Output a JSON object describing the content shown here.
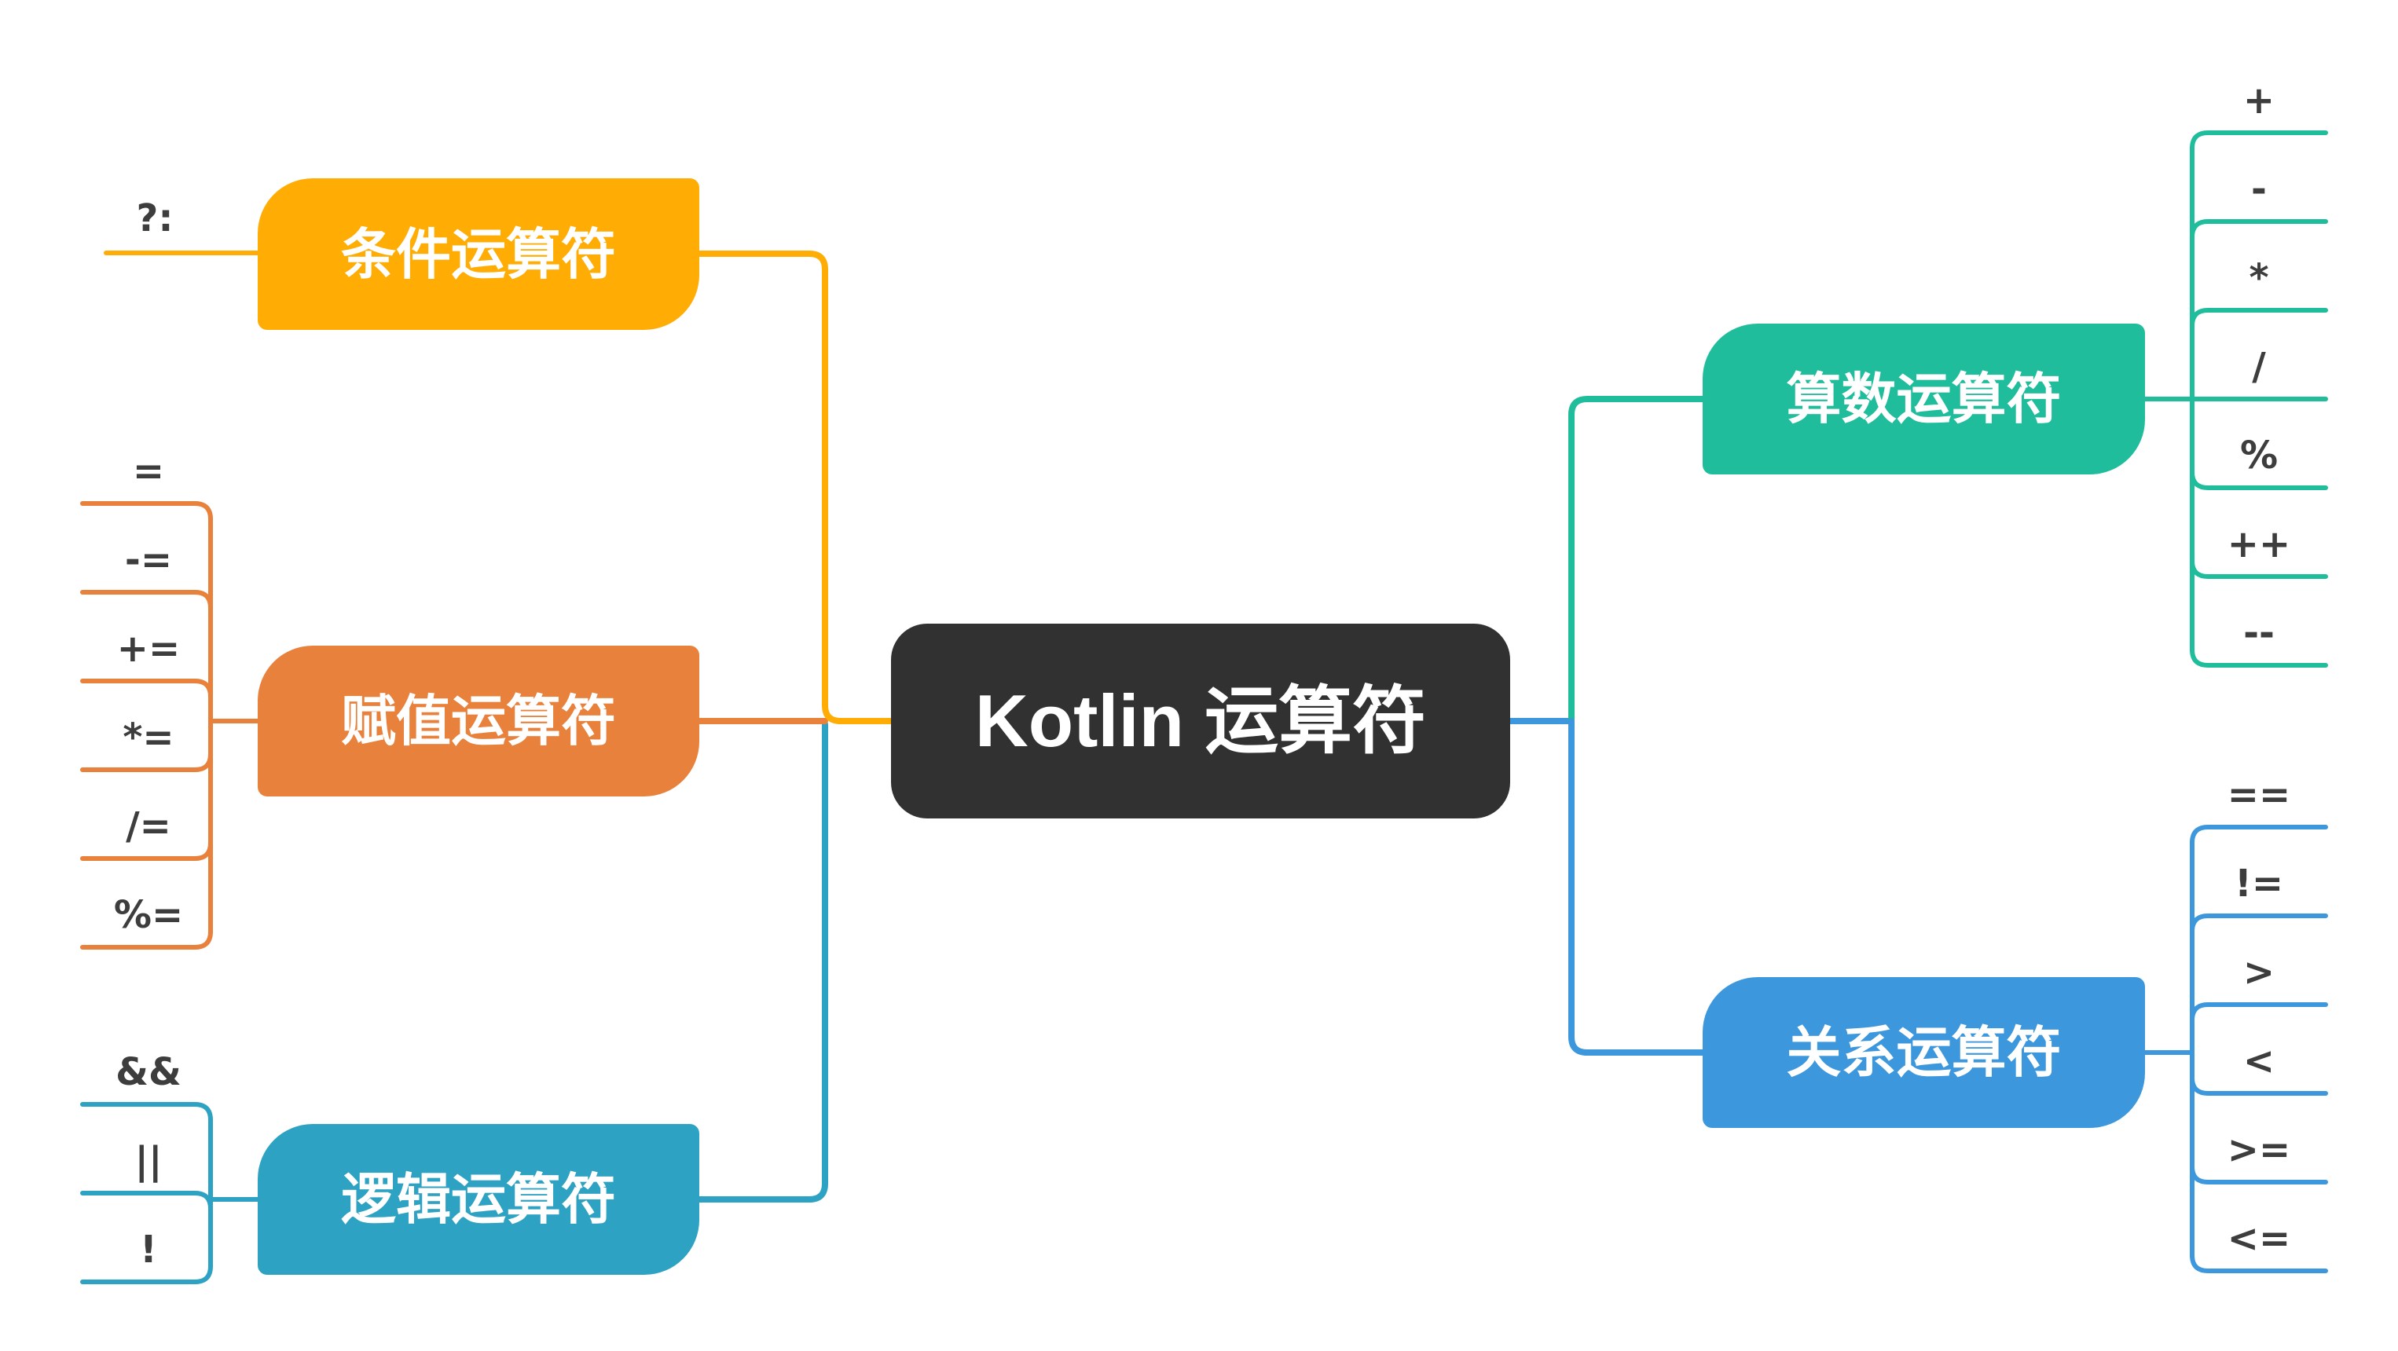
{
  "root": {
    "label": "Kotlin 运算符"
  },
  "palette": {
    "root_bg": "#313131",
    "root_text": "#FFFFFF",
    "conditional": "#FFAD05",
    "assignment": "#E8813B",
    "logical": "#2EA2C2",
    "arithmetic": "#1FBD9B",
    "relational": "#3D97DC",
    "operator_text": "#3D3D3D",
    "canvas_bg": "#FFFFFF"
  },
  "branches": [
    {
      "id": "conditional",
      "label": "条件运算符",
      "color": "#FFAD05",
      "side": "left",
      "children": [
        "?:"
      ]
    },
    {
      "id": "assignment",
      "label": "赋值运算符",
      "color": "#E8813B",
      "side": "left",
      "children": [
        "=",
        "-=",
        "+=",
        "*=",
        "/=",
        "%="
      ]
    },
    {
      "id": "logical",
      "label": "逻辑运算符",
      "color": "#2EA2C2",
      "side": "left",
      "children": [
        "&&",
        "||",
        "!"
      ]
    },
    {
      "id": "arithmetic",
      "label": "算数运算符",
      "color": "#1FBD9B",
      "side": "right",
      "children": [
        "+",
        "-",
        "*",
        "/",
        "%",
        "++",
        "--"
      ]
    },
    {
      "id": "relational",
      "label": "关系运算符",
      "color": "#3D97DC",
      "side": "right",
      "children": [
        "==",
        "!=",
        ">",
        "<",
        ">=",
        "<="
      ]
    }
  ]
}
